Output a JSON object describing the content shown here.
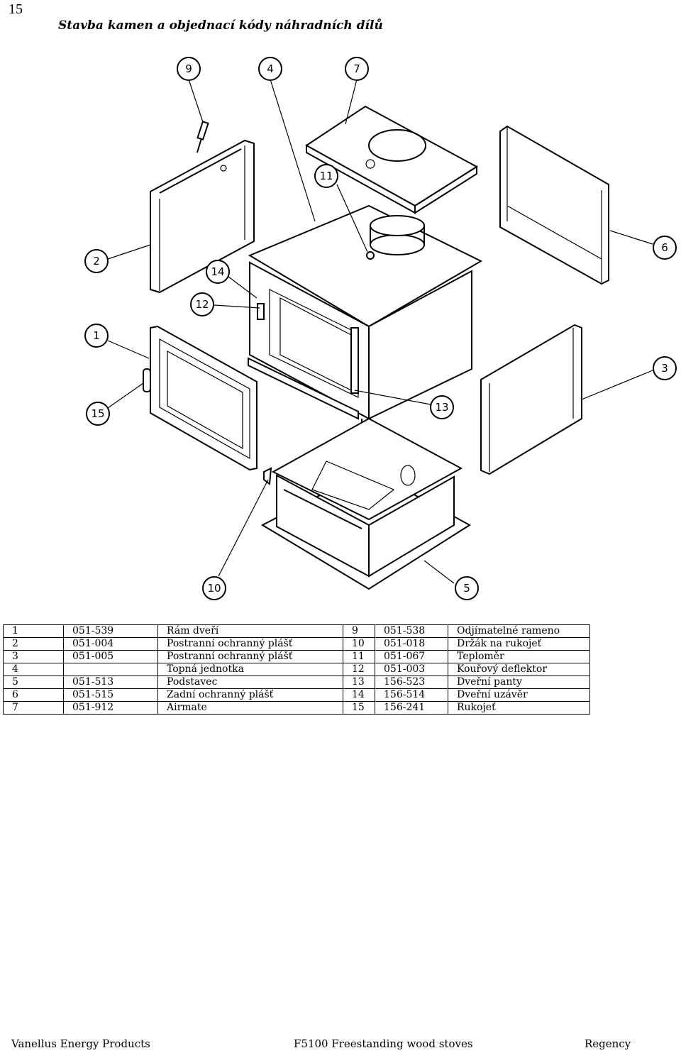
{
  "page_number": "15",
  "title": "Stavba kamen a objednací kódy náhradních dílů",
  "callouts": [
    "9",
    "4",
    "7",
    "11",
    "6",
    "2",
    "14",
    "12",
    "1",
    "3",
    "15",
    "13",
    "10",
    "5"
  ],
  "parts": [
    {
      "left": {
        "no": "1",
        "code": "051-539",
        "name": "Rám dveří"
      },
      "right": {
        "no": "9",
        "code": "051-538",
        "name": "Odjímatelné rameno"
      }
    },
    {
      "left": {
        "no": "2",
        "code": "051-004",
        "name": "Postranní ochranný plášť"
      },
      "right": {
        "no": "10",
        "code": "051-018",
        "name": "Držák na rukojeť"
      }
    },
    {
      "left": {
        "no": "3",
        "code": "051-005",
        "name": "Postranní ochranný plášť"
      },
      "right": {
        "no": "11",
        "code": "051-067",
        "name": "Teploměr"
      }
    },
    {
      "left": {
        "no": "4",
        "code": "",
        "name": "Topná jednotka"
      },
      "right": {
        "no": "12",
        "code": "051-003",
        "name": "Kouřový deflektor"
      }
    },
    {
      "left": {
        "no": "5",
        "code": "051-513",
        "name": "Podstavec"
      },
      "right": {
        "no": "13",
        "code": "156-523",
        "name": "Dveřní panty"
      }
    },
    {
      "left": {
        "no": "6",
        "code": "051-515",
        "name": "Zadní ochranný plášť"
      },
      "right": {
        "no": "14",
        "code": "156-514",
        "name": "Dveřní uzávěr"
      }
    },
    {
      "left": {
        "no": "7",
        "code": "051-912",
        "name": "Airmate"
      },
      "right": {
        "no": "15",
        "code": "156-241",
        "name": "Rukojeť"
      }
    }
  ],
  "footer": {
    "left": "Vanellus Energy Products",
    "center": "F5100 Freestanding wood stoves",
    "right": "Regency"
  }
}
